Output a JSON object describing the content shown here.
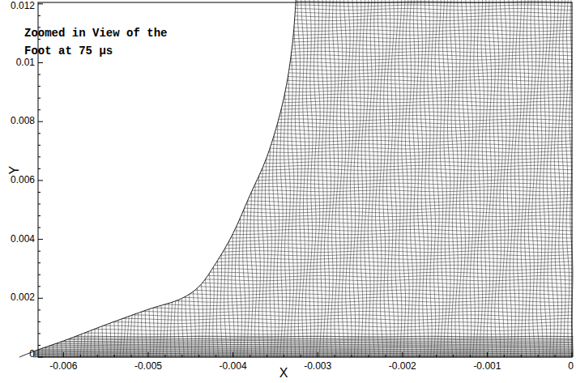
{
  "diagram": {
    "labels": [
      "Zoomed in View of the Foot at 75 µs",
      "0.012",
      "0.01",
      "0.008",
      "0.006",
      "0.004",
      "0.002",
      "0",
      "Y",
      "-0.006",
      "-0.005",
      "-0.004",
      "-0.003",
      "-0.002",
      "-0.001",
      "0",
      "X"
    ]
  }
}
